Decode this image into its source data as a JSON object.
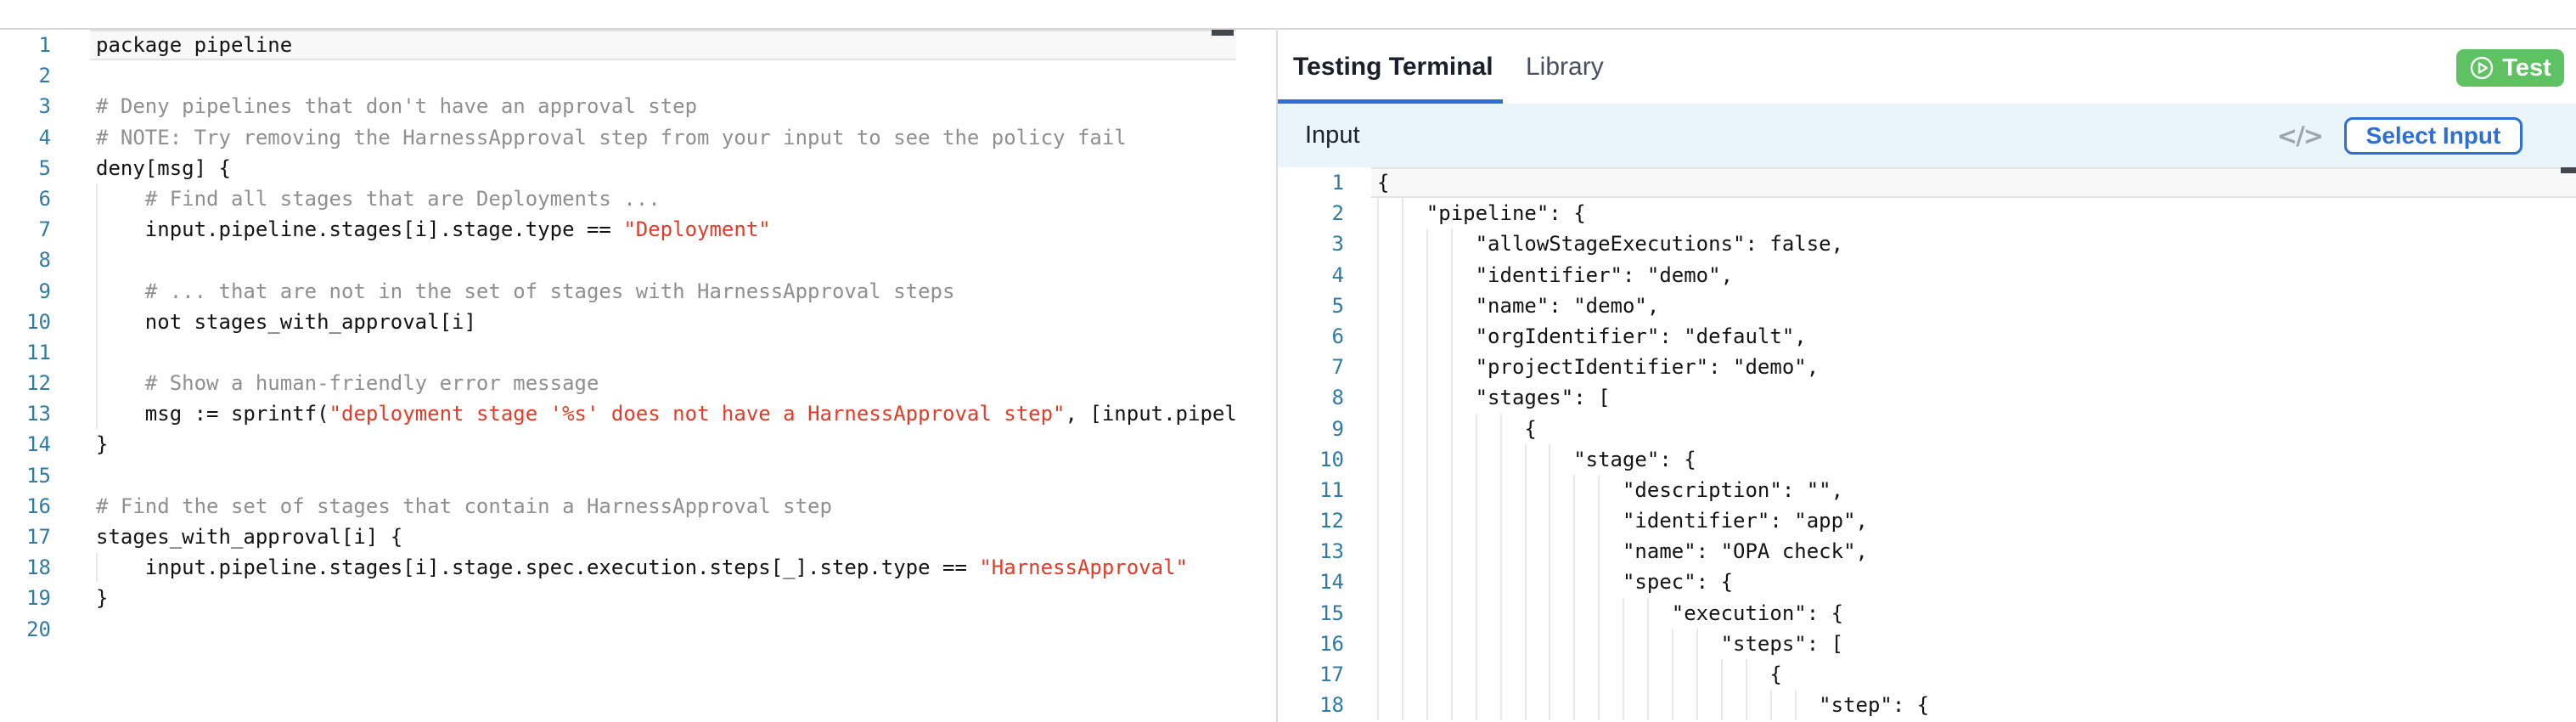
{
  "colors": {
    "accent_blue": "#2e6fd3",
    "test_green": "#5ec263",
    "string_red": "#e23b28",
    "comment_gray": "#8f8f8f",
    "line_number_blue": "#2f7ba6",
    "input_bar_bg": "#e9f5fb"
  },
  "header": {
    "tabs": [
      {
        "label": "Testing Terminal",
        "active": true
      },
      {
        "label": "Library",
        "active": false
      }
    ],
    "test_button": {
      "label": "Test",
      "icon": "play-circle-icon"
    }
  },
  "input_bar": {
    "title": "Input",
    "code_icon_glyph": "</>",
    "select_button": "Select Input"
  },
  "editors": {
    "policy": {
      "language": "rego",
      "ch": 14.46,
      "lines": [
        {
          "n": 1,
          "active": true,
          "segs": [
            [
              "package pipeline",
              "k"
            ]
          ]
        },
        {
          "n": 2
        },
        {
          "n": 3,
          "segs": [
            [
              "# Deny pipelines that don't have an approval step",
              "c"
            ]
          ]
        },
        {
          "n": 4,
          "segs": [
            [
              "# NOTE: Try removing the HarnessApproval step from your input to see the policy fail",
              "c"
            ]
          ]
        },
        {
          "n": 5,
          "segs": [
            [
              "deny[msg] {",
              "k"
            ]
          ]
        },
        {
          "n": 6,
          "g": [
            0
          ],
          "segs": [
            [
              "    # Find all stages that are Deployments ...",
              "c"
            ]
          ]
        },
        {
          "n": 7,
          "g": [
            0
          ],
          "segs": [
            [
              "    input.pipeline.stages[i].stage.type == ",
              "k"
            ],
            [
              "\"Deployment\"",
              "s"
            ]
          ]
        },
        {
          "n": 8,
          "g": [
            0
          ]
        },
        {
          "n": 9,
          "g": [
            0
          ],
          "segs": [
            [
              "    # ... that are not in the set of stages with HarnessApproval steps",
              "c"
            ]
          ]
        },
        {
          "n": 10,
          "g": [
            0
          ],
          "segs": [
            [
              "    not stages_with_approval[i]",
              "k"
            ]
          ]
        },
        {
          "n": 11,
          "g": [
            0
          ]
        },
        {
          "n": 12,
          "g": [
            0
          ],
          "segs": [
            [
              "    # Show a human-friendly error message",
              "c"
            ]
          ]
        },
        {
          "n": 13,
          "g": [
            0
          ],
          "segs": [
            [
              "    msg := sprintf(",
              "k"
            ],
            [
              "\"deployment stage '%s' does not have a HarnessApproval step\"",
              "s"
            ],
            [
              ", [input.pipel",
              "k"
            ]
          ]
        },
        {
          "n": 14,
          "segs": [
            [
              "}",
              "k"
            ]
          ]
        },
        {
          "n": 15
        },
        {
          "n": 16,
          "segs": [
            [
              "# Find the set of stages that contain a HarnessApproval step",
              "c"
            ]
          ]
        },
        {
          "n": 17,
          "segs": [
            [
              "stages_with_approval[i] {",
              "k"
            ]
          ]
        },
        {
          "n": 18,
          "g": [
            0
          ],
          "segs": [
            [
              "    input.pipeline.stages[i].stage.spec.execution.steps[_].step.type == ",
              "k"
            ],
            [
              "\"HarnessApproval\"",
              "s"
            ]
          ]
        },
        {
          "n": 19,
          "segs": [
            [
              "}",
              "k"
            ]
          ]
        },
        {
          "n": 20
        }
      ]
    },
    "input_json": {
      "language": "json",
      "ch": 14.46,
      "lines": [
        {
          "n": 1,
          "active": true,
          "segs": [
            [
              "{",
              "k"
            ]
          ]
        },
        {
          "n": 2,
          "g": [
            0,
            2
          ],
          "segs": [
            [
              "    \"pipeline\": {",
              "k"
            ]
          ]
        },
        {
          "n": 3,
          "g": [
            0,
            2,
            4,
            6
          ],
          "segs": [
            [
              "        \"allowStageExecutions\": false,",
              "k"
            ]
          ]
        },
        {
          "n": 4,
          "g": [
            0,
            2,
            4,
            6
          ],
          "segs": [
            [
              "        \"identifier\": \"demo\",",
              "k"
            ]
          ]
        },
        {
          "n": 5,
          "g": [
            0,
            2,
            4,
            6
          ],
          "segs": [
            [
              "        \"name\": \"demo\",",
              "k"
            ]
          ]
        },
        {
          "n": 6,
          "g": [
            0,
            2,
            4,
            6
          ],
          "segs": [
            [
              "        \"orgIdentifier\": \"default\",",
              "k"
            ]
          ]
        },
        {
          "n": 7,
          "g": [
            0,
            2,
            4,
            6
          ],
          "segs": [
            [
              "        \"projectIdentifier\": \"demo\",",
              "k"
            ]
          ]
        },
        {
          "n": 8,
          "g": [
            0,
            2,
            4,
            6
          ],
          "segs": [
            [
              "        \"stages\": [",
              "k"
            ]
          ]
        },
        {
          "n": 9,
          "g": [
            0,
            2,
            4,
            6,
            8,
            10
          ],
          "segs": [
            [
              "            {",
              "k"
            ]
          ]
        },
        {
          "n": 10,
          "g": [
            0,
            2,
            4,
            6,
            8,
            10,
            12,
            14
          ],
          "segs": [
            [
              "                \"stage\": {",
              "k"
            ]
          ]
        },
        {
          "n": 11,
          "g": [
            0,
            2,
            4,
            6,
            8,
            10,
            12,
            14,
            16,
            18
          ],
          "segs": [
            [
              "                    \"description\": \"\",",
              "k"
            ]
          ]
        },
        {
          "n": 12,
          "g": [
            0,
            2,
            4,
            6,
            8,
            10,
            12,
            14,
            16,
            18
          ],
          "segs": [
            [
              "                    \"identifier\": \"app\",",
              "k"
            ]
          ]
        },
        {
          "n": 13,
          "g": [
            0,
            2,
            4,
            6,
            8,
            10,
            12,
            14,
            16,
            18
          ],
          "segs": [
            [
              "                    \"name\": \"OPA check\",",
              "k"
            ]
          ]
        },
        {
          "n": 14,
          "g": [
            0,
            2,
            4,
            6,
            8,
            10,
            12,
            14,
            16,
            18
          ],
          "segs": [
            [
              "                    \"spec\": {",
              "k"
            ]
          ]
        },
        {
          "n": 15,
          "g": [
            0,
            2,
            4,
            6,
            8,
            10,
            12,
            14,
            16,
            18,
            20,
            22
          ],
          "segs": [
            [
              "                        \"execution\": {",
              "k"
            ]
          ]
        },
        {
          "n": 16,
          "g": [
            0,
            2,
            4,
            6,
            8,
            10,
            12,
            14,
            16,
            18,
            20,
            22,
            24,
            26
          ],
          "segs": [
            [
              "                            \"steps\": [",
              "k"
            ]
          ]
        },
        {
          "n": 17,
          "g": [
            0,
            2,
            4,
            6,
            8,
            10,
            12,
            14,
            16,
            18,
            20,
            22,
            24,
            26,
            28,
            30
          ],
          "segs": [
            [
              "                                {",
              "k"
            ]
          ]
        },
        {
          "n": 18,
          "g": [
            0,
            2,
            4,
            6,
            8,
            10,
            12,
            14,
            16,
            18,
            20,
            22,
            24,
            26,
            28,
            30,
            32,
            34
          ],
          "segs": [
            [
              "                                    \"step\": {",
              "k"
            ]
          ]
        }
      ]
    }
  }
}
